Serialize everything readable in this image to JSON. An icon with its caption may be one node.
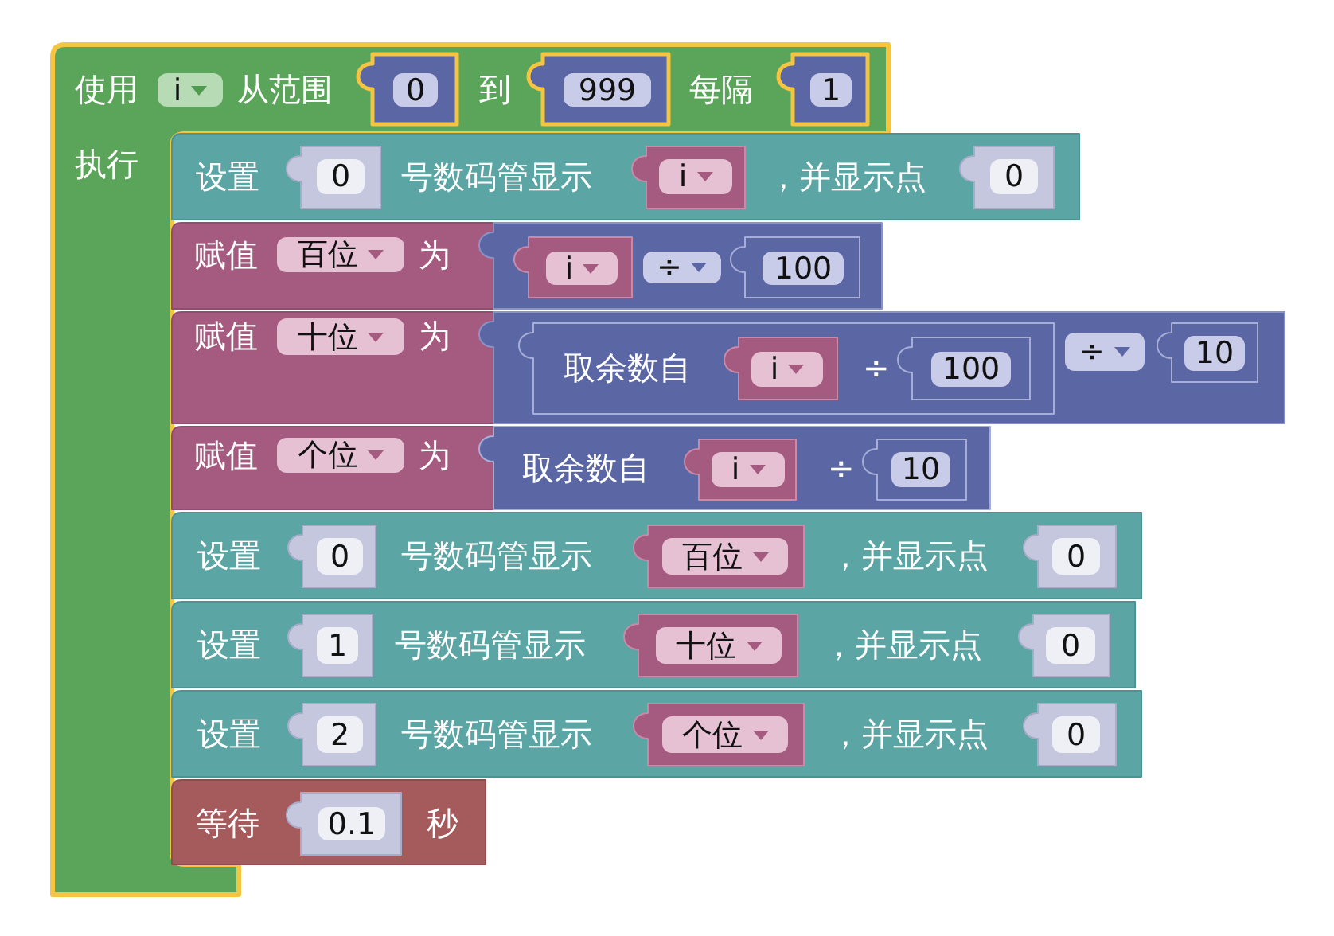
{
  "diagram": {
    "nodes": [
      {
        "text": [
          "使用",
          "i",
          "从范围",
          "到",
          "每隔",
          "执行"
        ]
      },
      {
        "text": [
          "0"
        ],
        "in": 0
      },
      {
        "text": [
          "999"
        ],
        "in": 0
      },
      {
        "text": [
          "1"
        ],
        "in": 0
      },
      {
        "text": [
          "设置",
          "号数码管显示",
          "，并显示点"
        ]
      },
      {
        "text": [
          "0"
        ],
        "in": 4
      },
      {
        "text": [
          "i"
        ],
        "in": 4
      },
      {
        "text": [
          "0"
        ],
        "in": 4
      },
      {
        "text": [
          "赋值",
          "百位",
          "为"
        ]
      },
      {
        "text": [
          "÷"
        ]
      },
      {
        "text": [
          "i"
        ],
        "in": 9
      },
      {
        "text": [
          "100"
        ],
        "in": 9
      },
      {
        "text": [
          "赋值",
          "十位",
          "为"
        ]
      },
      {
        "text": [
          "÷"
        ]
      },
      {
        "text": [
          "取余数自",
          "÷"
        ],
        "in": 13
      },
      {
        "text": [
          "i"
        ],
        "in": 14
      },
      {
        "text": [
          "100"
        ],
        "in": 14
      },
      {
        "text": [
          "10"
        ],
        "in": 13
      },
      {
        "text": [
          "赋值",
          "个位",
          "为"
        ]
      },
      {
        "text": [
          "取余数自",
          "÷"
        ]
      },
      {
        "text": [
          "i"
        ],
        "in": 19
      },
      {
        "text": [
          "10"
        ],
        "in": 19
      },
      {
        "text": [
          "设置",
          "号数码管显示",
          "，并显示点"
        ]
      },
      {
        "text": [
          "0"
        ],
        "in": 22
      },
      {
        "text": [
          "百位"
        ],
        "in": 22
      },
      {
        "text": [
          "0"
        ],
        "in": 22
      },
      {
        "text": [
          "设置",
          "号数码管显示",
          "，并显示点"
        ]
      },
      {
        "text": [
          "1"
        ],
        "in": 26
      },
      {
        "text": [
          "十位"
        ],
        "in": 26
      },
      {
        "text": [
          "0"
        ],
        "in": 26
      },
      {
        "text": [
          "设置",
          "号数码管显示",
          "，并显示点"
        ]
      },
      {
        "text": [
          "2"
        ],
        "in": 30
      },
      {
        "text": [
          "个位"
        ],
        "in": 30
      },
      {
        "text": [
          "0"
        ],
        "in": 30
      },
      {
        "text": [
          "等待",
          "秒"
        ]
      },
      {
        "text": [
          "0.1"
        ],
        "in": 34
      }
    ]
  }
}
